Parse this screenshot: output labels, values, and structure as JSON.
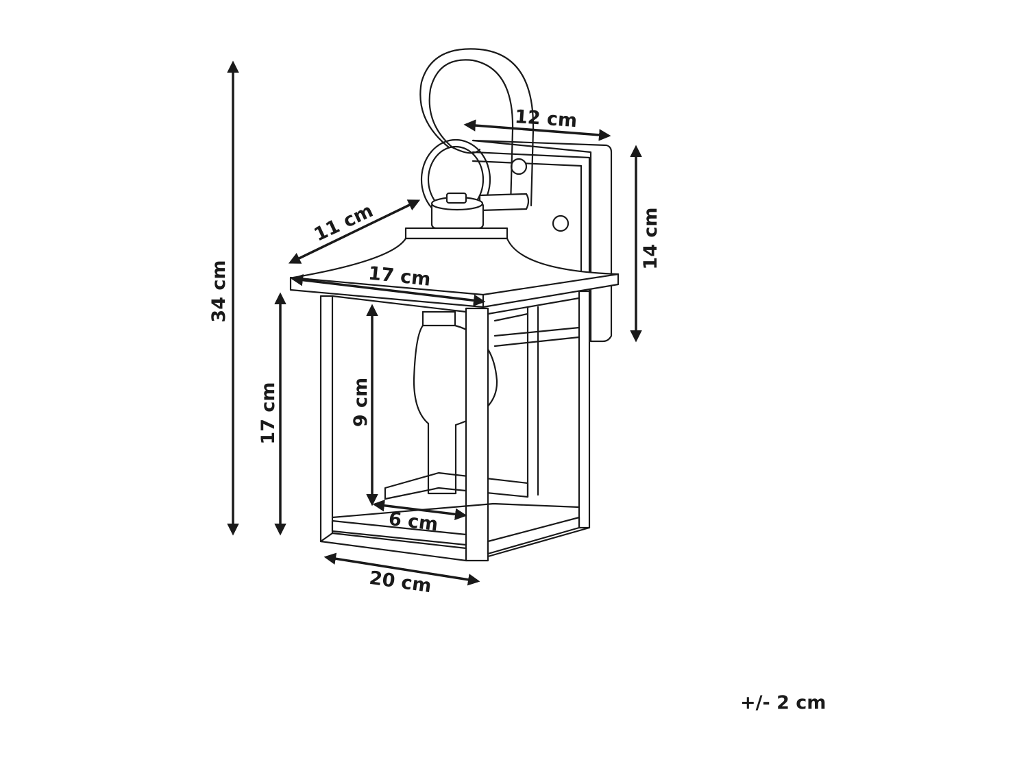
{
  "dimensions": {
    "total_height": "34 cm",
    "glass_height": "17 cm",
    "bulb_height": "9 cm",
    "base_depth": "6 cm",
    "base_width": "20 cm",
    "roof_width": "17 cm",
    "roof_depth": "11 cm",
    "bracket_projection": "12 cm",
    "backplate_height": "14 cm"
  },
  "tolerance": "+/- 2 cm",
  "colors": {
    "line": "#1a1a1a",
    "background": "#ffffff"
  }
}
